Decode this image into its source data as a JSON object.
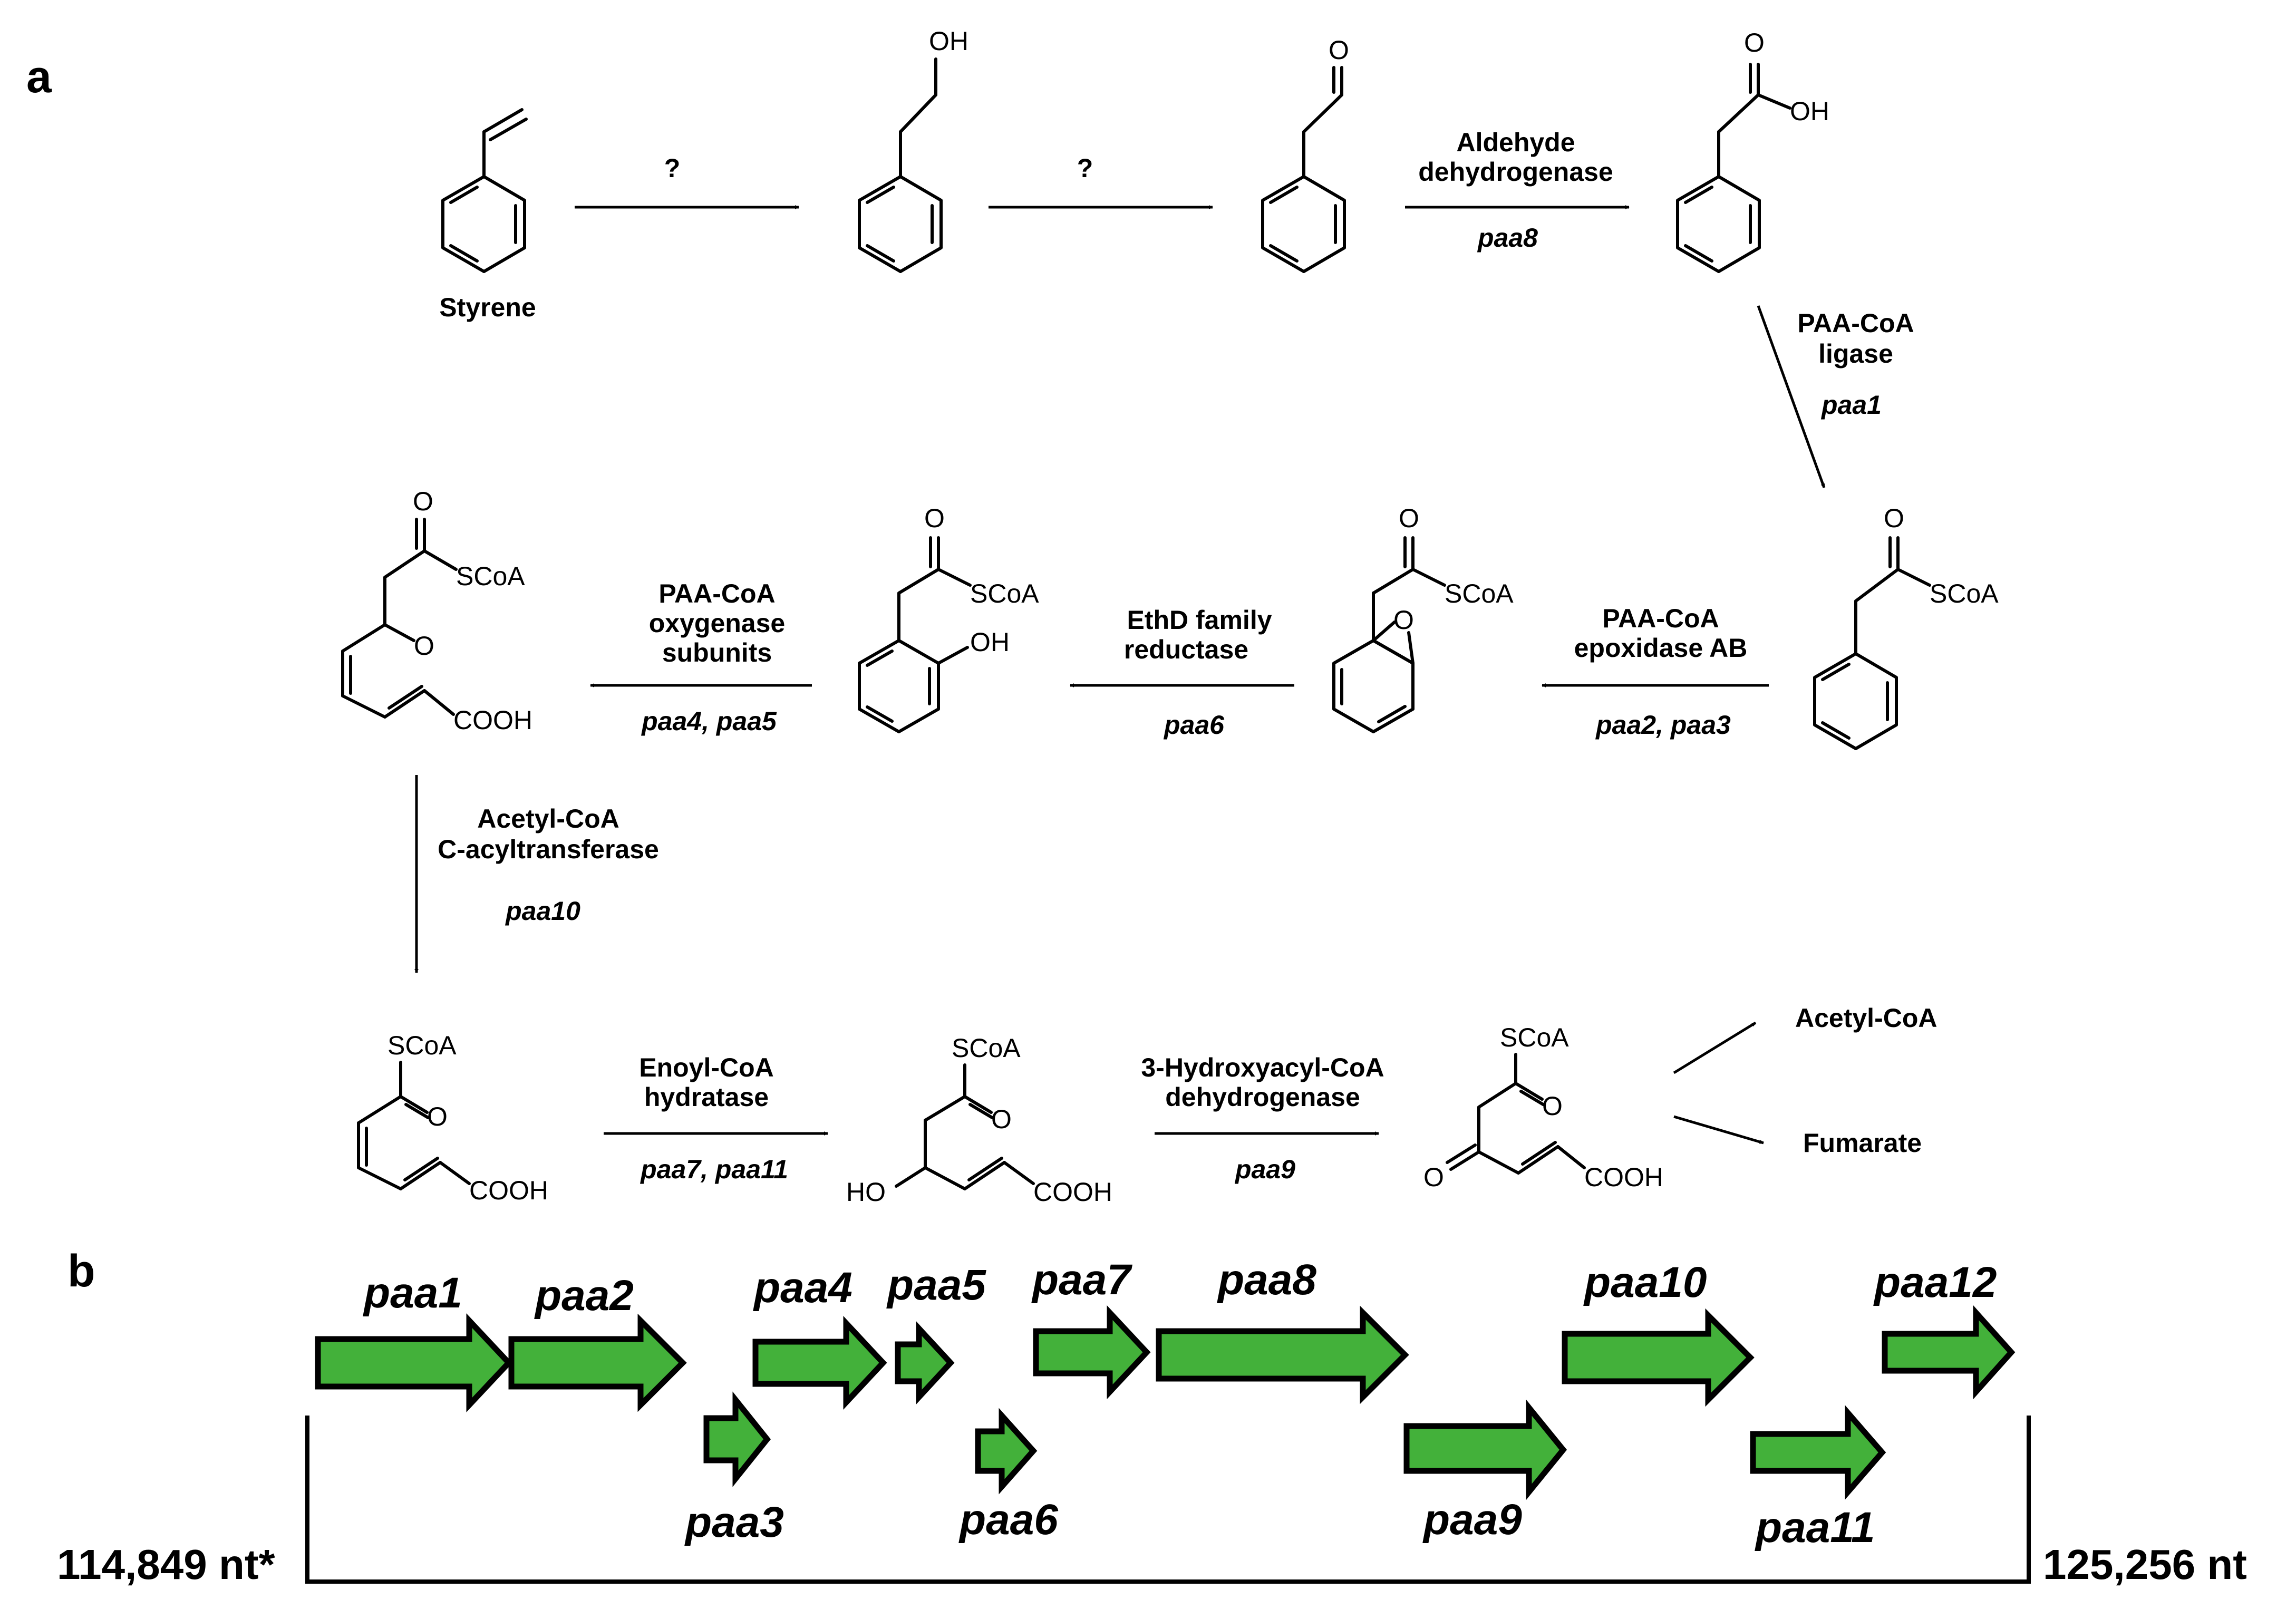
{
  "panels": {
    "a": "a",
    "b": "b"
  },
  "pathway": {
    "compounds": {
      "styrene": "Styrene",
      "acetyl_coa": "Acetyl-CoA",
      "fumarate": "Fumarate"
    },
    "atoms": {
      "oh": "OH",
      "o": "O",
      "scoa": "SCoA",
      "cooh": "COOH",
      "ho": "HO"
    },
    "steps": {
      "s1": {
        "enzyme": "?"
      },
      "s2": {
        "enzyme": "?"
      },
      "s3": {
        "enzyme_l1": "Aldehyde",
        "enzyme_l2": "dehydrogenase",
        "gene": "paa8"
      },
      "s4": {
        "enzyme_l1": "PAA-CoA",
        "enzyme_l2": "ligase",
        "gene": "paa1"
      },
      "s5": {
        "enzyme_l1": "PAA-CoA",
        "enzyme_l2": "epoxidase AB",
        "gene": "paa2, paa3"
      },
      "s6": {
        "enzyme_l1": "EthD family",
        "enzyme_l2": "reductase",
        "gene": "paa6"
      },
      "s7": {
        "enzyme_l1": "PAA-CoA",
        "enzyme_l2": "oxygenase",
        "enzyme_l3": "subunits",
        "gene": "paa4, paa5"
      },
      "s8": {
        "enzyme_l1": "Acetyl-CoA",
        "enzyme_l2": "C-acyltransferase",
        "gene": "paa10"
      },
      "s9": {
        "enzyme_l1": "Enoyl-CoA",
        "enzyme_l2": "hydratase",
        "gene": "paa7, paa11"
      },
      "s10": {
        "enzyme_l1": "3-Hydroxyacyl-CoA",
        "enzyme_l2": "dehydrogenase",
        "gene": "paa9"
      }
    }
  },
  "gene_cluster": {
    "start": "114,849  nt*",
    "end": "125,256  nt",
    "genes": [
      "paa1",
      "paa2",
      "paa3",
      "paa4",
      "paa5",
      "paa6",
      "paa7",
      "paa8",
      "paa9",
      "paa10",
      "paa11",
      "paa12"
    ]
  },
  "colors": {
    "gene_fill": "#43b13a",
    "outline": "#000000"
  }
}
